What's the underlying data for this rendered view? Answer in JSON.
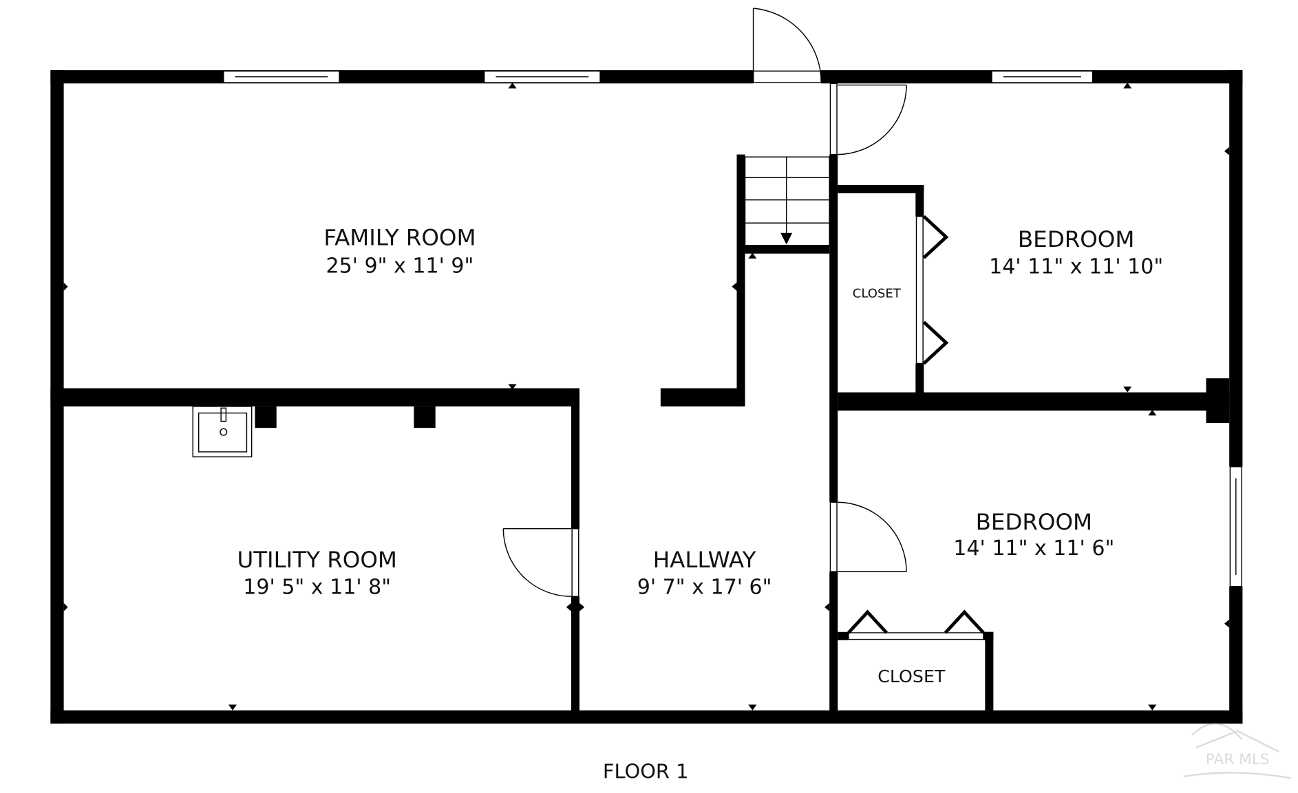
{
  "rooms": {
    "family_room": {
      "name": "FAMILY ROOM",
      "dims": "25' 9\" x 11' 9\""
    },
    "bedroom_1": {
      "name": "BEDROOM",
      "dims": "14' 11\" x 11' 10\""
    },
    "closet_1": {
      "name": "CLOSET"
    },
    "utility_room": {
      "name": "UTILITY ROOM",
      "dims": "19' 5\" x 11' 8\""
    },
    "hallway": {
      "name": "HALLWAY",
      "dims": "9' 7\" x 17' 6\""
    },
    "bedroom_2": {
      "name": "BEDROOM",
      "dims": "14' 11\" x 11' 6\""
    },
    "closet_2": {
      "name": "CLOSET"
    }
  },
  "floor_label": "FLOOR 1",
  "watermark": "PAR MLS"
}
